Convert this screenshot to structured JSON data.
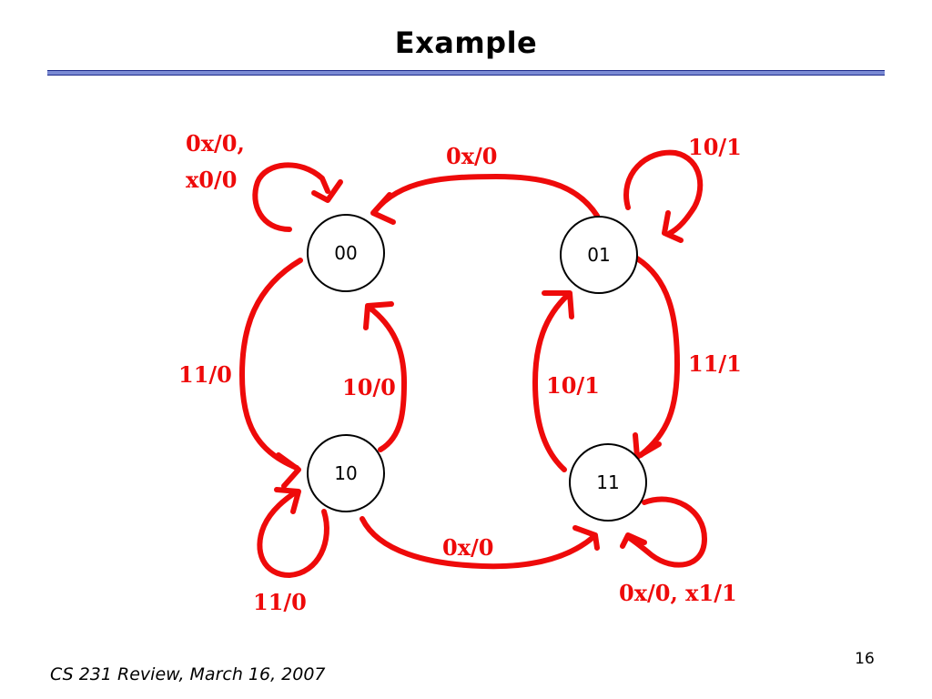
{
  "slide": {
    "title": "Example",
    "footer": "CS 231 Review, March 16, 2007",
    "page_number": "16"
  },
  "colors": {
    "edge": "#ee0a0a",
    "title_rule": "#7a8ad4",
    "state_border": "#000000"
  },
  "states": [
    {
      "id": "00",
      "label": "00"
    },
    {
      "id": "01",
      "label": "01"
    },
    {
      "id": "10",
      "label": "10"
    },
    {
      "id": "11",
      "label": "11"
    }
  ],
  "transitions": [
    {
      "from": "00",
      "to": "00",
      "label_lines": [
        "0x/0,",
        "x0/0"
      ]
    },
    {
      "from": "01",
      "to": "00",
      "label_lines": [
        "0x/0"
      ]
    },
    {
      "from": "01",
      "to": "01",
      "label_lines": [
        "10/1"
      ]
    },
    {
      "from": "00",
      "to": "10",
      "label_lines": [
        "11/0"
      ]
    },
    {
      "from": "10",
      "to": "00",
      "label_lines": [
        "10/0"
      ]
    },
    {
      "from": "11",
      "to": "01",
      "label_lines": [
        "10/1"
      ]
    },
    {
      "from": "01",
      "to": "11",
      "label_lines": [
        "11/1"
      ]
    },
    {
      "from": "10",
      "to": "10",
      "label_lines": [
        "11/0"
      ]
    },
    {
      "from": "10",
      "to": "11",
      "label_lines": [
        "0x/0"
      ]
    },
    {
      "from": "11",
      "to": "11",
      "label_lines": [
        "0x/0, x1/1"
      ]
    }
  ]
}
